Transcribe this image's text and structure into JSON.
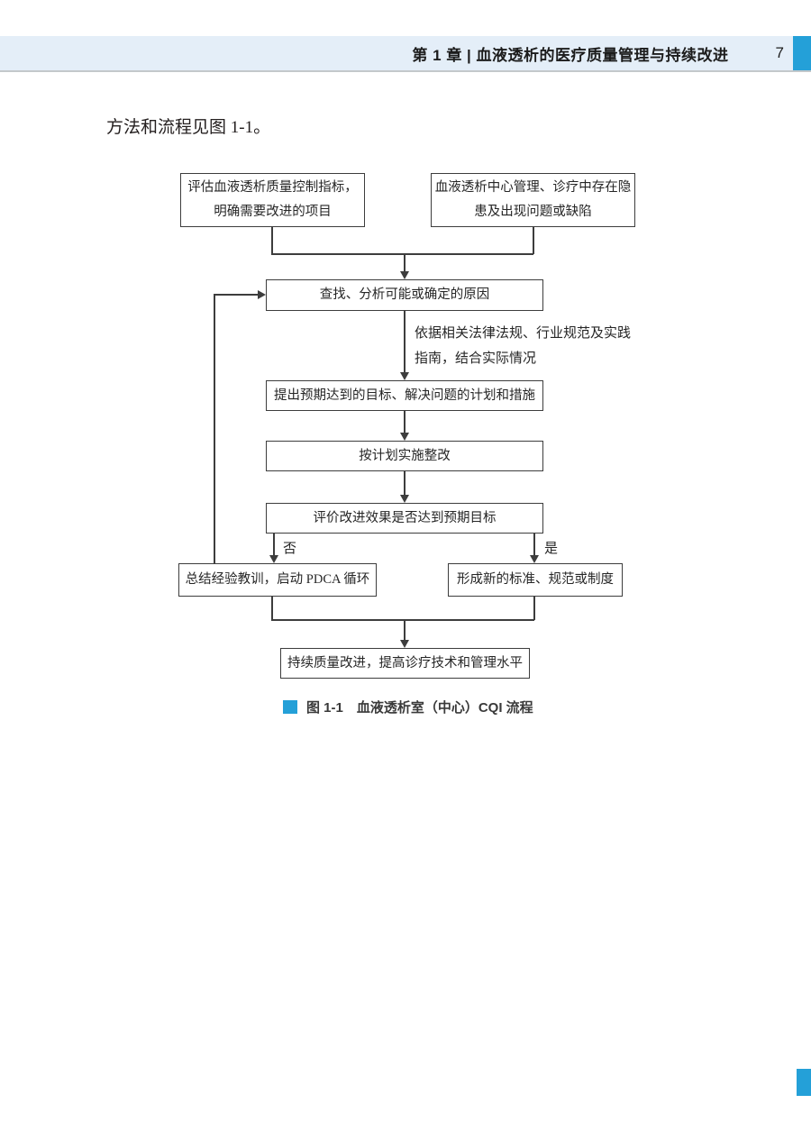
{
  "header": {
    "title": "第 1 章 | 血液透析的医疗质量管理与持续改进",
    "page_number": "7"
  },
  "intro_text": "方法和流程见图 1-1。",
  "flowchart": {
    "nodes": {
      "assess": {
        "line1": "评估血液透析质量控制指标，",
        "line2": "明确需要改进的项目"
      },
      "problems": {
        "line1": "血液透析中心管理、诊疗中存在隐",
        "line2": "患及出现问题或缺陷"
      },
      "find": {
        "text": "查找、分析可能或确定的原因"
      },
      "goal": {
        "text": "提出预期达到的目标、解决问题的计划和措施"
      },
      "implement": {
        "text": "按计划实施整改"
      },
      "evaluate": {
        "text": "评价改进效果是否达到预期目标"
      },
      "pdca": {
        "text": "总结经验教训，启动 PDCA 循环"
      },
      "standard": {
        "text": "形成新的标准、规范或制度"
      },
      "continuous": {
        "text": "持续质量改进，提高诊疗技术和管理水平"
      }
    },
    "side_note": {
      "line1": "依据相关法律法规、行业规范及实践",
      "line2": "指南，结合实际情况"
    },
    "branch_labels": {
      "no": "否",
      "yes": "是"
    },
    "caption": "图 1-1　血液透析室（中心）CQI 流程"
  },
  "colors": {
    "accent_blue": "#24a0d8",
    "header_background": "#e4eef8",
    "line_color": "#3d3d3d"
  }
}
